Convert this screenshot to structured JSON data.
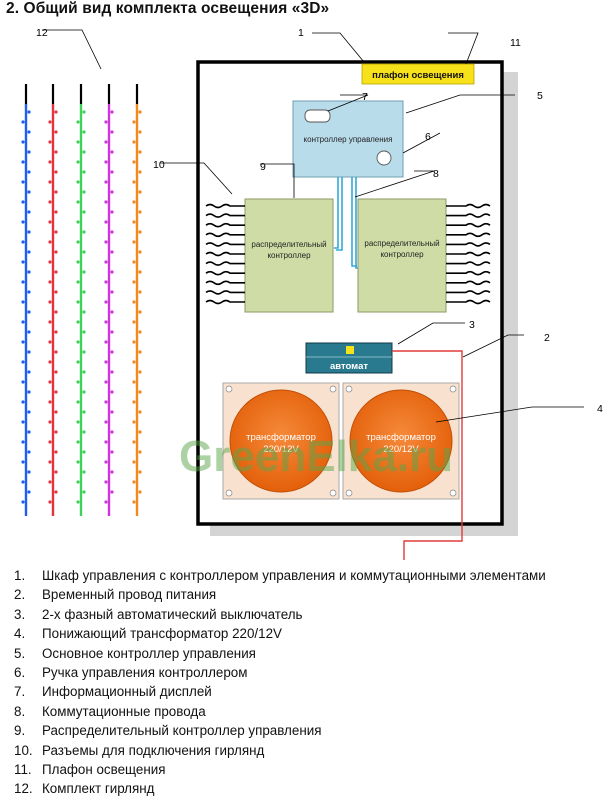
{
  "heading": "2.  Общий вид комплекта освещения «3D»",
  "callout_numbers": {
    "n1": "1",
    "n2": "2",
    "n3": "3",
    "n4": "4",
    "n5": "5",
    "n6": "6",
    "n7": "7",
    "n8": "8",
    "n9": "9",
    "n10": "10",
    "n11": "11",
    "n12": "12"
  },
  "labels": {
    "lamp": "плафон освещения",
    "main_controller": "контроллер управления",
    "dist_left_line1": "распределительный",
    "dist_left_line2": "контроллер",
    "dist_right_line1": "распределительный",
    "dist_right_line2": "контроллер",
    "breaker": "автомат",
    "transformer_left_line1": "трансформатор",
    "transformer_left_line2": "220/12V",
    "transformer_right_line1": "трансформатор",
    "transformer_right_line2": "220/12V"
  },
  "watermark": "GreenElka.ru",
  "garland_colors": [
    "#1f5ff0",
    "#e3343c",
    "#3fd15a",
    "#cf34e0",
    "#f08a1e"
  ],
  "colors": {
    "controller_fill": "#b9dceb",
    "dist_fill": "#cfdca6",
    "breaker_fill": "#2a7a8f",
    "transformer_panel": "#f8e2cf",
    "transformer_fan": "#ef6a0e",
    "lamp_fill": "#f6e11a",
    "power_wire": "#e23b3b",
    "comm_wire": "#33a8dc"
  },
  "legend": [
    {
      "num": "1.",
      "text": "Шкаф управления с контроллером управления и коммутационными элементами"
    },
    {
      "num": "2.",
      "text": "Временный провод питания"
    },
    {
      "num": "3.",
      "text": "2-х фазный автоматический выключатель"
    },
    {
      "num": "4.",
      "text": "Понижающий трансформатор 220/12V"
    },
    {
      "num": "5.",
      "text": "Основное контроллер управления"
    },
    {
      "num": "6.",
      "text": "Ручка управления контроллером"
    },
    {
      "num": "7.",
      "text": "Информационный дисплей"
    },
    {
      "num": "8.",
      "text": "Коммутационные провода"
    },
    {
      "num": "9.",
      "text": "Распределительный контроллер управления"
    },
    {
      "num": "10.",
      "text": "Разъемы для подключения гирлянд"
    },
    {
      "num": "11.",
      "text": "Плафон освещения"
    },
    {
      "num": "12.",
      "text": "Комплект гирлянд"
    }
  ]
}
